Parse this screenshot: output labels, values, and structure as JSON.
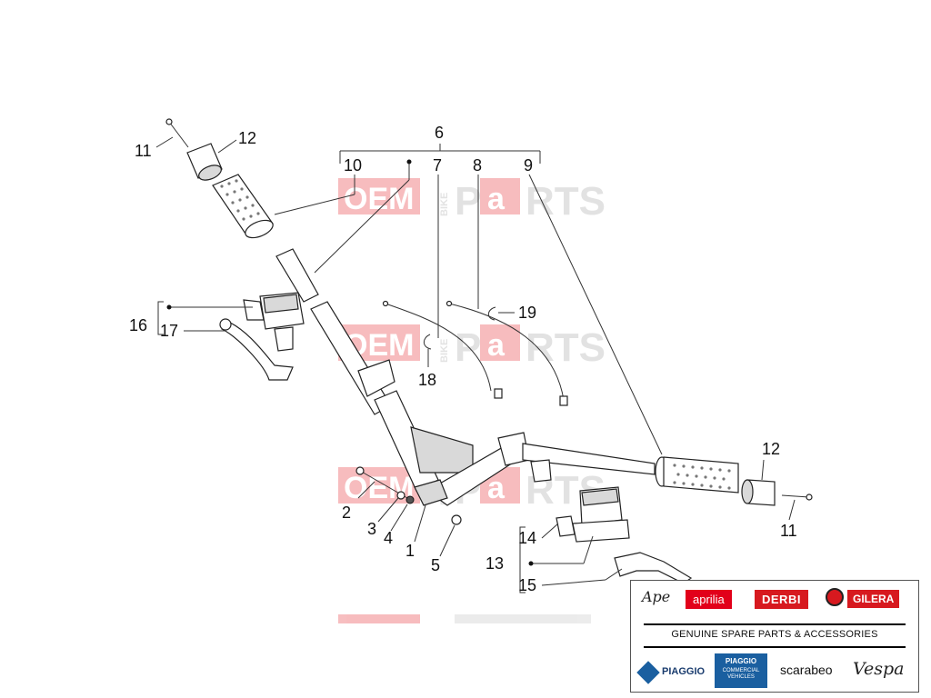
{
  "watermark": {
    "oem": "OEM",
    "bike": "BIKE",
    "p": "P",
    "a": "a",
    "rts": "RTS"
  },
  "callouts": {
    "c1": "1",
    "c2": "2",
    "c3": "3",
    "c4": "4",
    "c5": "5",
    "c6": "6",
    "c7": "7",
    "c8": "8",
    "c9": "9",
    "c10": "10",
    "c11a": "11",
    "c11b": "11",
    "c12a": "12",
    "c12b": "12",
    "c13": "13",
    "c14": "14",
    "c15": "15",
    "c16": "16",
    "c17": "17",
    "c18": "18",
    "c19": "19"
  },
  "brands": {
    "ape": "Ape",
    "aprilia": "aprilia",
    "derbi": "DERBI",
    "gilera": "GILERA",
    "tagline": "GENUINE SPARE PARTS & ACCESSORIES",
    "piaggio": "PIAGGIO",
    "piaggio_commercial_top": "PIAGGIO",
    "piaggio_commercial_bottom": "COMMERCIAL VEHICLES",
    "scarabeo": "scarabeo",
    "vespa": "Vespa"
  },
  "colors": {
    "watermark_red": "#e3141b",
    "aprilia_red": "#e2001a",
    "derbi_red": "#d7191f",
    "piaggio_blue": "#1a5fa0"
  }
}
